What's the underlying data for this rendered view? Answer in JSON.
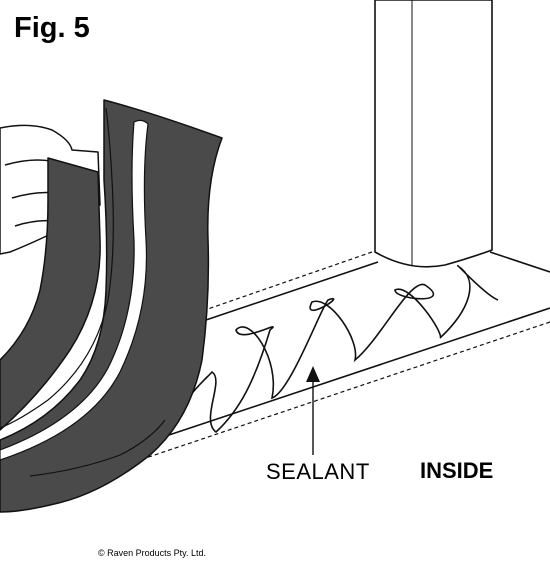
{
  "figure": {
    "title": "Fig. 5"
  },
  "labels": {
    "sealant": "SEALANT",
    "inside": "INSIDE"
  },
  "footer": {
    "copyright": "© Raven Products Pty. Ltd."
  },
  "colors": {
    "strip_fill": "#4a4a4a",
    "line": "#111111",
    "background": "#ffffff"
  },
  "icons": {
    "sealant_pointer": "arrow-up-icon"
  }
}
